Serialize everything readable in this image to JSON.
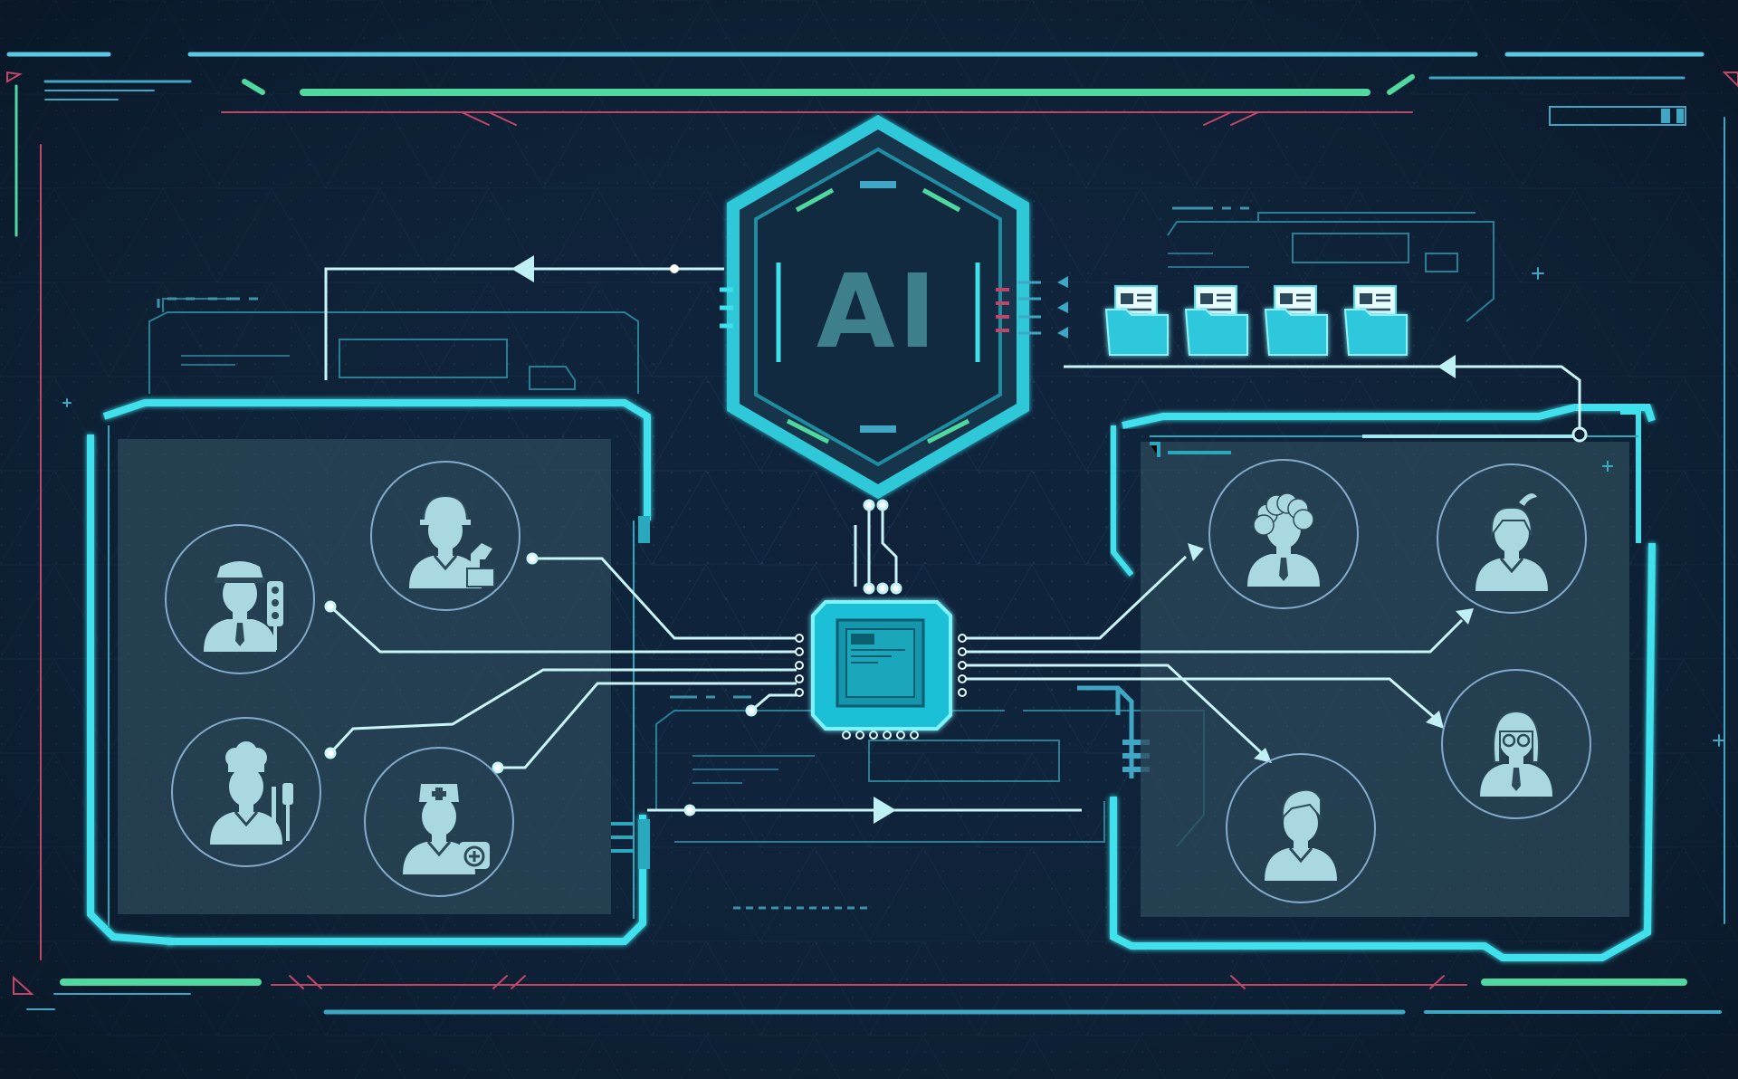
{
  "core": {
    "label": "AI"
  },
  "hub": {
    "name": "processor-chip"
  },
  "left_panel": {
    "name": "workers-panel",
    "roles": [
      {
        "id": "construction-worker",
        "icon": "construction-worker-icon"
      },
      {
        "id": "police-officer",
        "icon": "police-officer-icon"
      },
      {
        "id": "chef",
        "icon": "chef-icon"
      },
      {
        "id": "nurse",
        "icon": "nurse-icon"
      }
    ]
  },
  "right_panel": {
    "name": "users-panel",
    "people": [
      {
        "id": "man-curly-hair",
        "icon": "person-curly-hair-icon"
      },
      {
        "id": "woman-ponytail",
        "icon": "person-ponytail-icon"
      },
      {
        "id": "woman-glasses",
        "icon": "person-glasses-icon"
      },
      {
        "id": "man-short-hair",
        "icon": "person-short-hair-icon"
      }
    ]
  },
  "data_folders": [
    {
      "icon": "document-folder-icon"
    },
    {
      "icon": "document-folder-icon"
    },
    {
      "icon": "document-folder-icon"
    },
    {
      "icon": "document-folder-icon"
    }
  ],
  "colors": {
    "background": "#0e2036",
    "cyan": "#3fe0ec",
    "cyan_dim": "#2aa9be",
    "green": "#4fd9a0",
    "magenta": "#c2456a",
    "panel_fill": "#2c4a5a",
    "icon_fill": "#a9d8e0",
    "ai_text": "#3e7f8c"
  }
}
